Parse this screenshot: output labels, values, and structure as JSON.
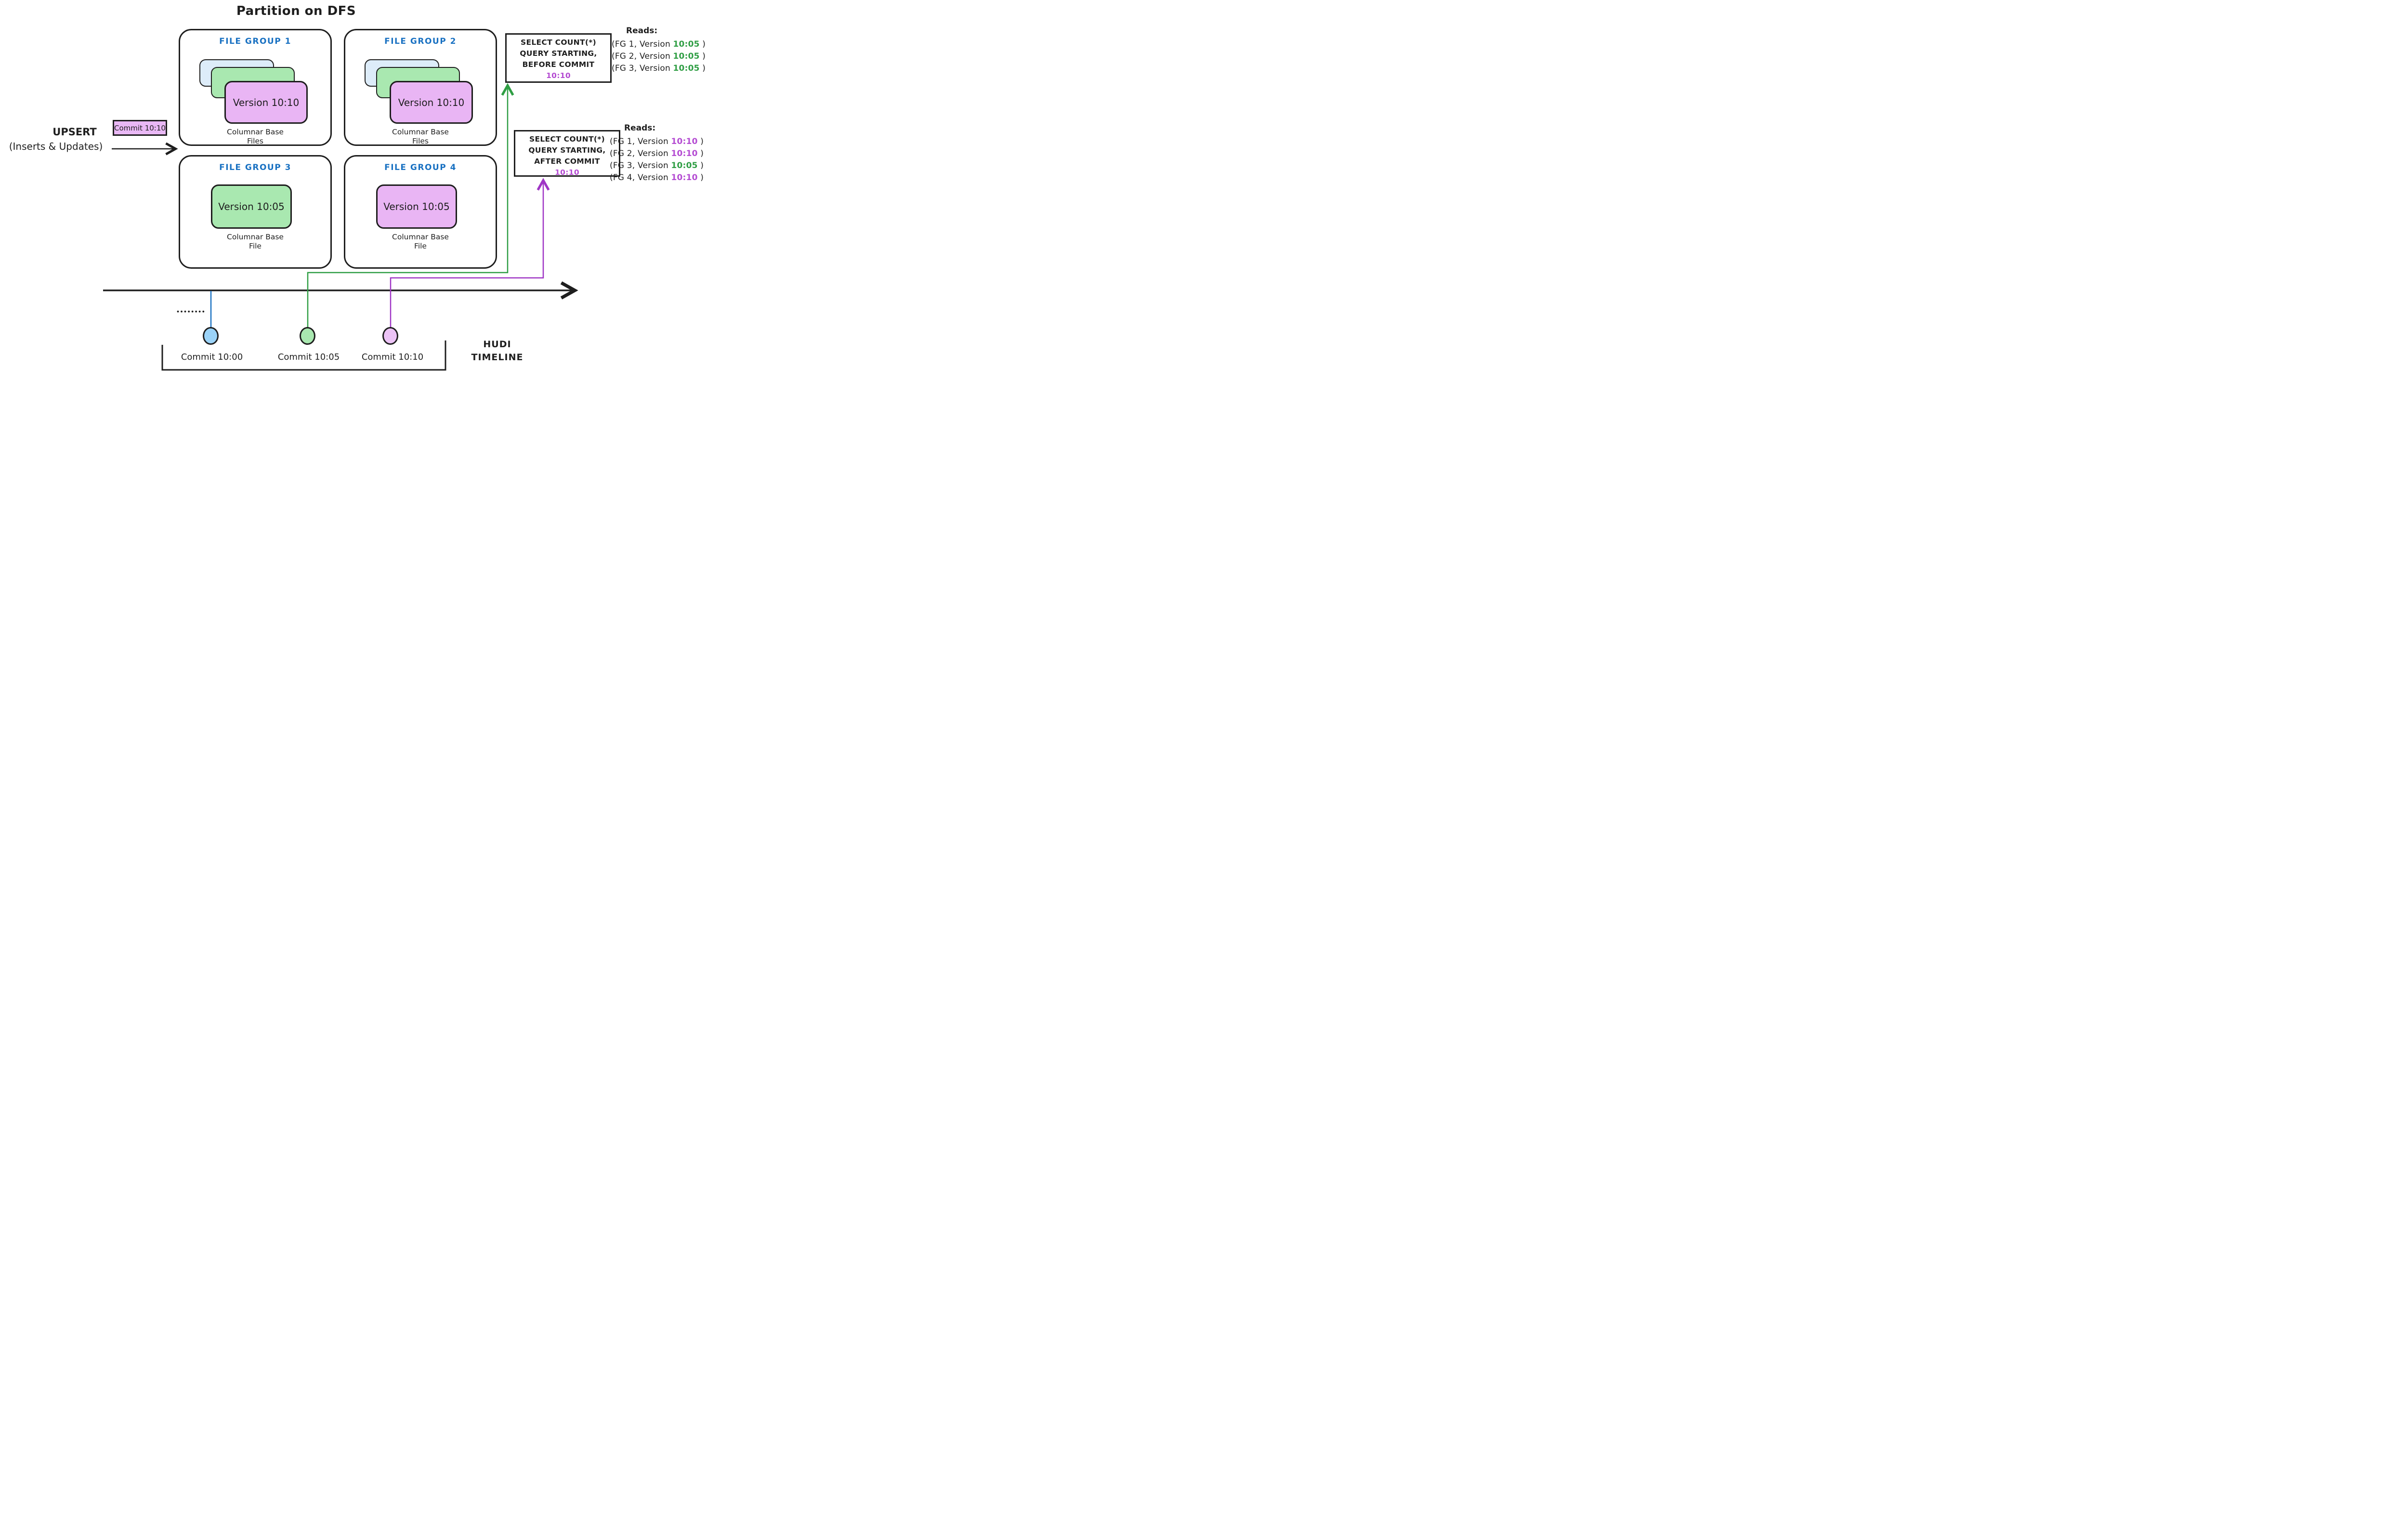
{
  "title": "Partition on DFS",
  "upsert": {
    "line1": "UPSERT",
    "line2": "(Inserts & Updates)"
  },
  "commit_box": {
    "label": "Commit 10:10"
  },
  "file_groups": [
    {
      "title": "FILE GROUP 1",
      "version": "Version 10:10",
      "caption1": "Columnar Base",
      "caption2": "Files"
    },
    {
      "title": "FILE GROUP 2",
      "version": "Version 10:10",
      "caption1": "Columnar Base",
      "caption2": "Files"
    },
    {
      "title": "FILE GROUP 3",
      "version": "Version 10:05",
      "caption1": "Columnar Base",
      "caption2": "File"
    },
    {
      "title": "FILE GROUP 4",
      "version": "Version 10:05",
      "caption1": "Columnar Base",
      "caption2": "File"
    }
  ],
  "query_boxes": [
    {
      "line1": "SELECT COUNT(*)",
      "line2": "QUERY STARTING,",
      "line3": "BEFORE COMMIT",
      "time": "10:10",
      "time_tone": "purple"
    },
    {
      "line1": "SELECT COUNT(*)",
      "line2": "QUERY STARTING,",
      "line3": "AFTER COMMIT",
      "time": "10:10",
      "time_tone": "purple"
    }
  ],
  "reads_before": {
    "title": "Reads:",
    "items": [
      {
        "prefix": "(FG 1, Version ",
        "time": "10:05",
        "suffix": " )",
        "tone": "green"
      },
      {
        "prefix": "(FG 2, Version ",
        "time": "10:05",
        "suffix": " )",
        "tone": "green"
      },
      {
        "prefix": "(FG 3, Version ",
        "time": "10:05",
        "suffix": " )",
        "tone": "green"
      }
    ]
  },
  "reads_after": {
    "title": "Reads:",
    "items": [
      {
        "prefix": "(FG 1, Version ",
        "time": "10:10",
        "suffix": " )",
        "tone": "purple"
      },
      {
        "prefix": "(FG 2, Version ",
        "time": "10:10",
        "suffix": " )",
        "tone": "purple"
      },
      {
        "prefix": "(FG 3, Version ",
        "time": "10:05",
        "suffix": " )",
        "tone": "green"
      },
      {
        "prefix": "(FG 4, Version ",
        "time": "10:10",
        "suffix": " )",
        "tone": "purple"
      }
    ]
  },
  "timeline": {
    "ellipsis": "••••••••••",
    "commits": [
      {
        "label": "Commit 10:00",
        "tone": "blue"
      },
      {
        "label": "Commit 10:05",
        "tone": "green"
      },
      {
        "label": "Commit 10:10",
        "tone": "purple"
      }
    ],
    "label_line1": "HUDI",
    "label_line2": "TIMELINE"
  },
  "colors": {
    "ink": "#1e1e1e",
    "blue_stroke": "#1971c2",
    "green_stroke": "#2f9e44",
    "purple_stroke": "#9f35c5",
    "grape_text": "#b44bd2",
    "card_blue": "#ddecf9",
    "card_green": "#a9e8b0",
    "card_purple": "#e9b5f4",
    "dot_blue": "#9bd3f8"
  }
}
